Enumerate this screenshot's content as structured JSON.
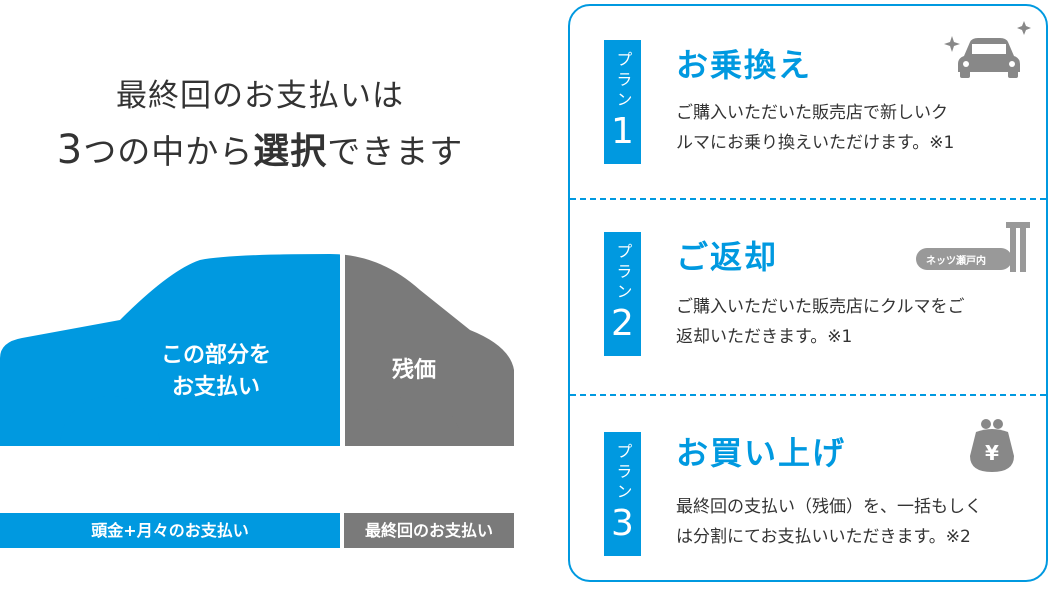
{
  "headline": {
    "line1": "最終回のお支払いは",
    "line2_num": "3",
    "line2_a": "つの中から",
    "line2_bold": "選択",
    "line2_b": "できます"
  },
  "car": {
    "down_payment_label_1": "この部分を",
    "down_payment_label_2": "お支払い",
    "residual_label": "残価",
    "bar_left": "頭金+月々のお支払い",
    "bar_right": "最終回のお支払い",
    "colors": {
      "blue": "#0099e0",
      "gray": "#7a7a7a"
    }
  },
  "plans": [
    {
      "badge_text": "プラン",
      "number": "1",
      "title": "お乗換え",
      "desc_1": "ご購入いただいた販売店で新しいク",
      "desc_2": "ルマにお乗り換えいただけます。※1",
      "icon": "car-sparkle-icon"
    },
    {
      "badge_text": "プラン",
      "number": "2",
      "title": "ご返却",
      "desc_1": "ご購入いただいた販売店にクルマをご",
      "desc_2": "返却いただきます。※1",
      "icon": "dealer-sign-icon",
      "sign_text": "ネッツ瀬戸内"
    },
    {
      "badge_text": "プラン",
      "number": "3",
      "title": "お買い上げ",
      "desc_1": "最終回の支払い（残価）を、一括もしく",
      "desc_2": "は分割にてお支払いいただきます。※2",
      "icon": "coin-purse-icon",
      "purse_symbol": "¥"
    }
  ]
}
